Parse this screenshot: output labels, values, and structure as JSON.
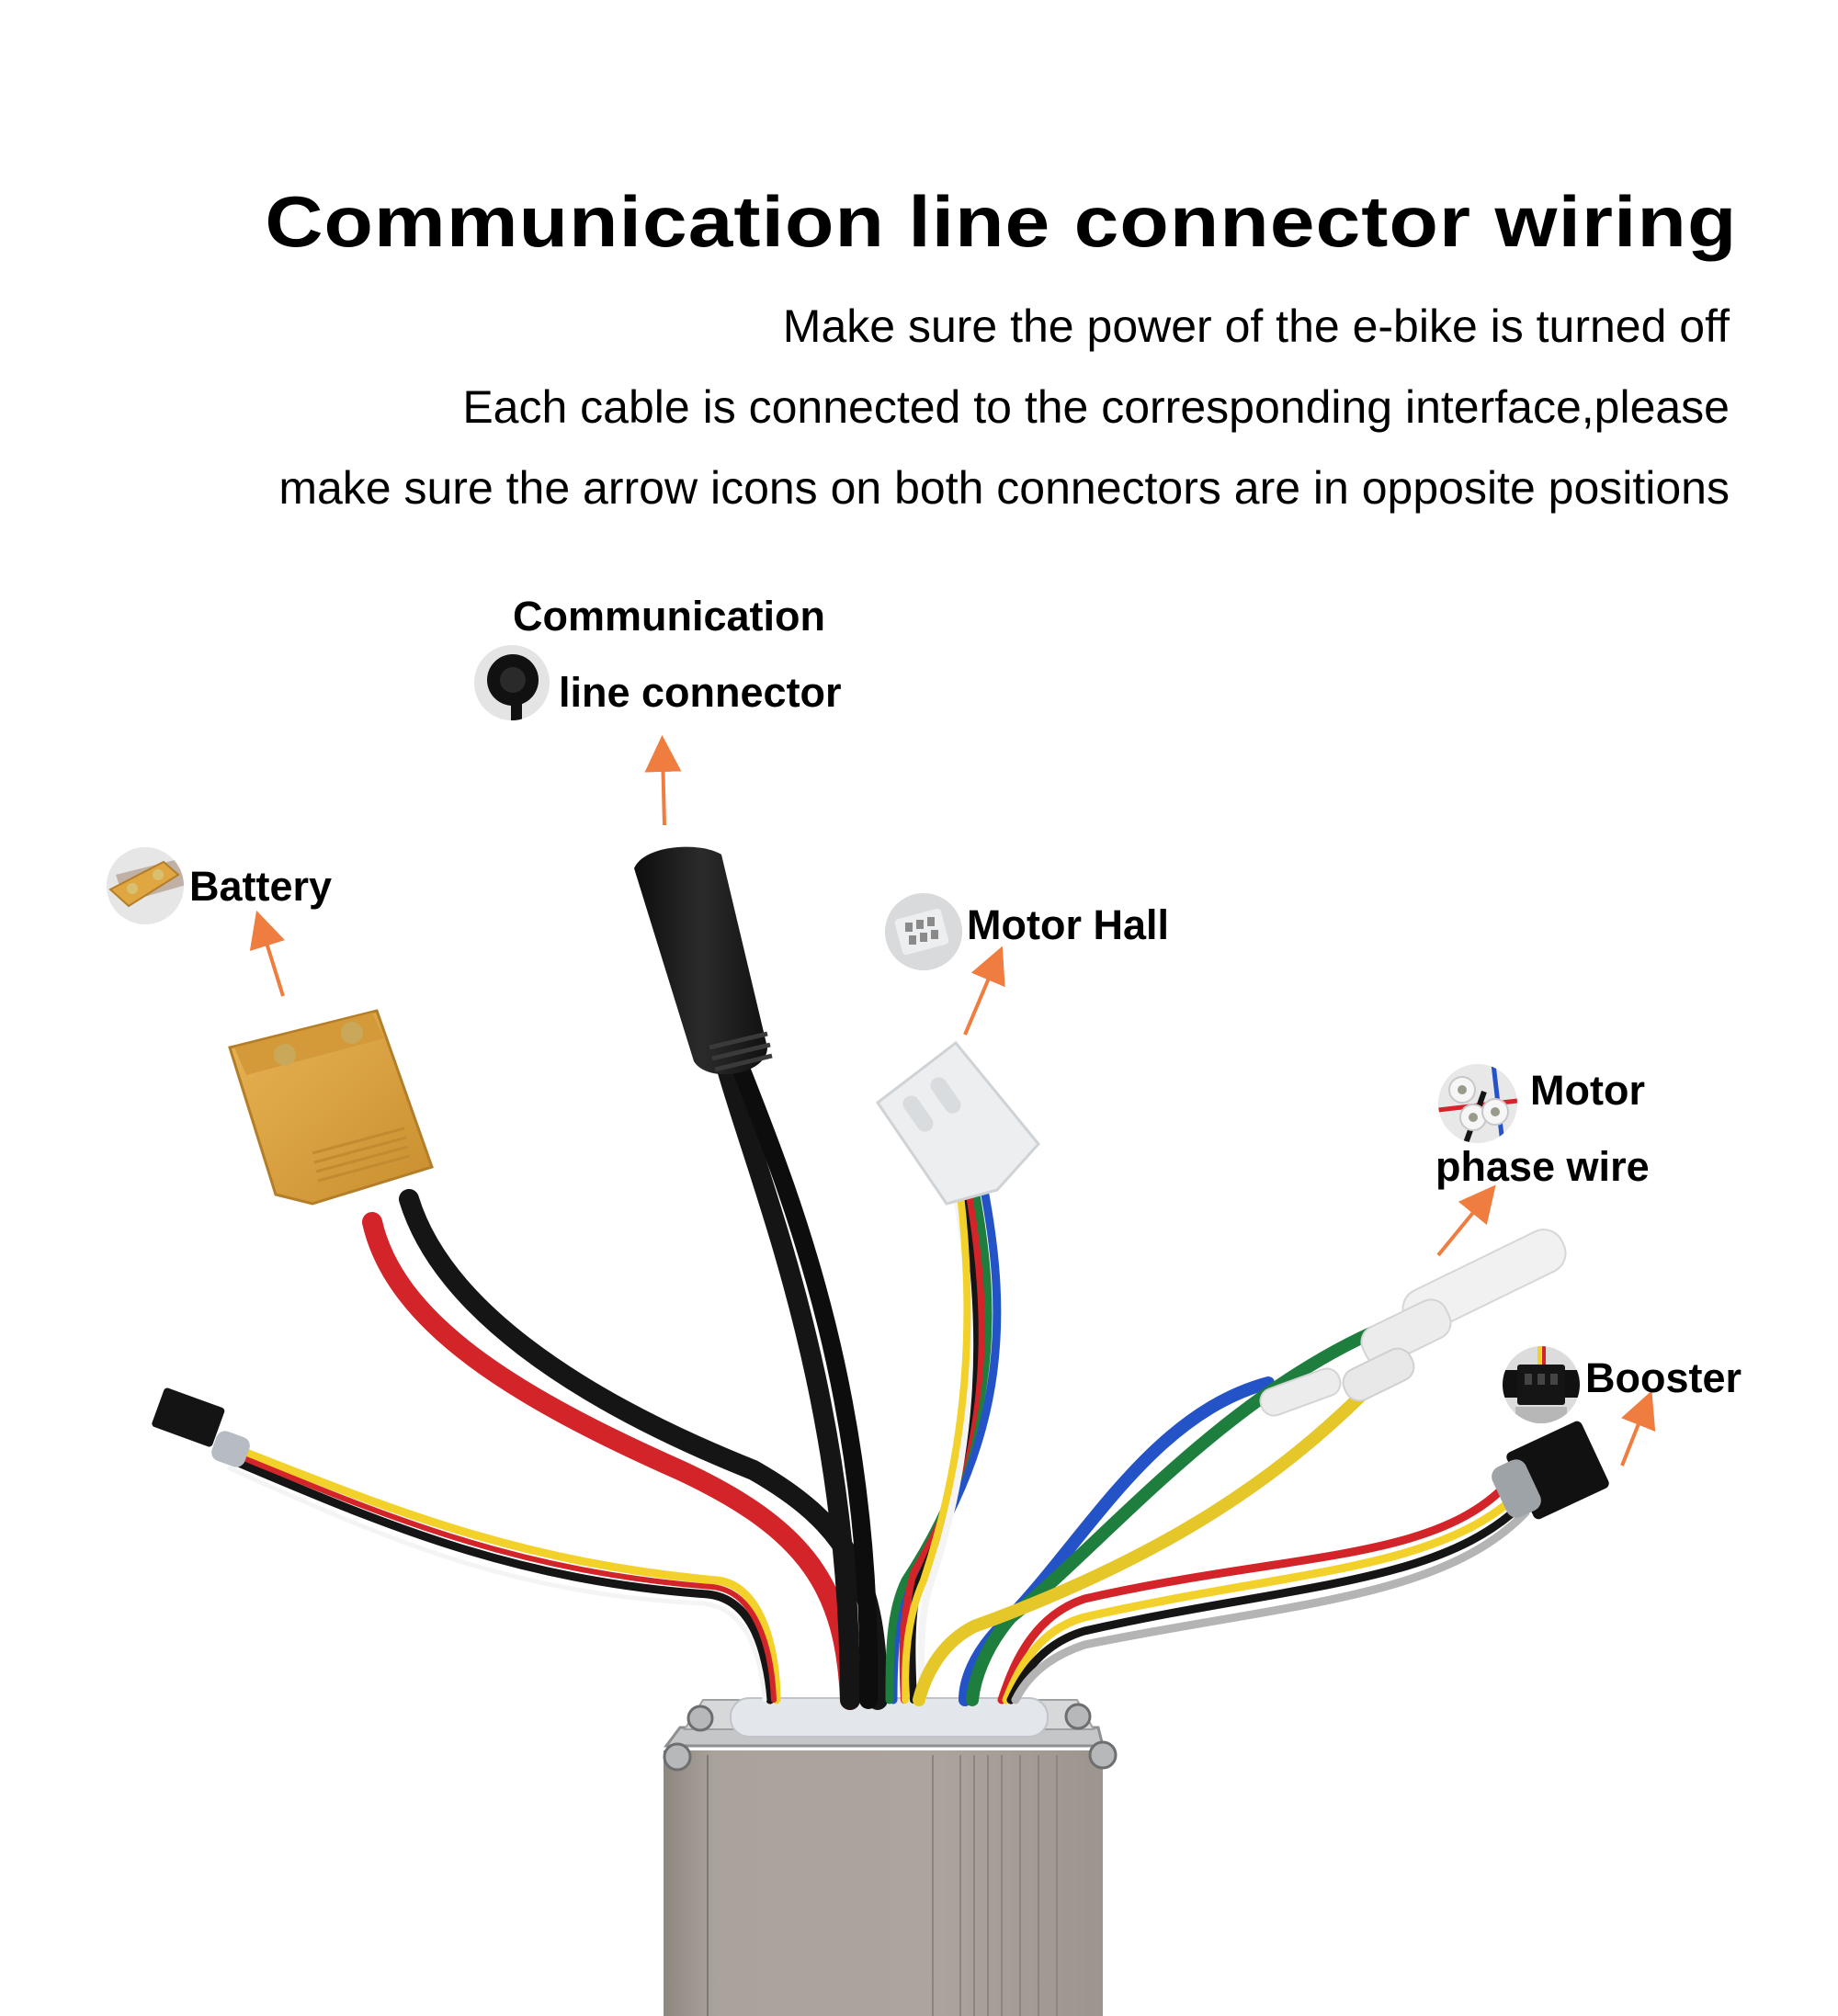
{
  "header": {
    "title": "Communication line connector wiring",
    "instructions": [
      "Make sure the power of the e-bike is turned off",
      "Each cable is connected to the corresponding interface,please",
      "make sure the arrow icons on both connectors are in opposite positions"
    ]
  },
  "callouts": {
    "communication": {
      "line1": "Communication",
      "line2": "line connector",
      "icon": "round-din-connector-icon"
    },
    "battery": {
      "label": "Battery",
      "icon": "xt60-connector-icon"
    },
    "motor_hall": {
      "label": "Motor Hall",
      "icon": "hall-sensor-connector-icon"
    },
    "motor_phase": {
      "line1": "Motor",
      "line2": "phase wire",
      "icon": "phase-wire-bullet-connectors-icon"
    },
    "booster": {
      "label": "Booster",
      "icon": "jst-connector-icon"
    }
  },
  "colors": {
    "arrow": "#ee7d3f",
    "xt60": "#e0a642",
    "controller_body": "#a9a29a",
    "wire_red": "#d3242a",
    "wire_black": "#151515",
    "wire_yellow": "#f2d22a",
    "wire_green": "#1e7e3e",
    "wire_blue": "#2453c8",
    "wire_white": "#f4f4f4",
    "wire_gray": "#b4b4b4"
  }
}
